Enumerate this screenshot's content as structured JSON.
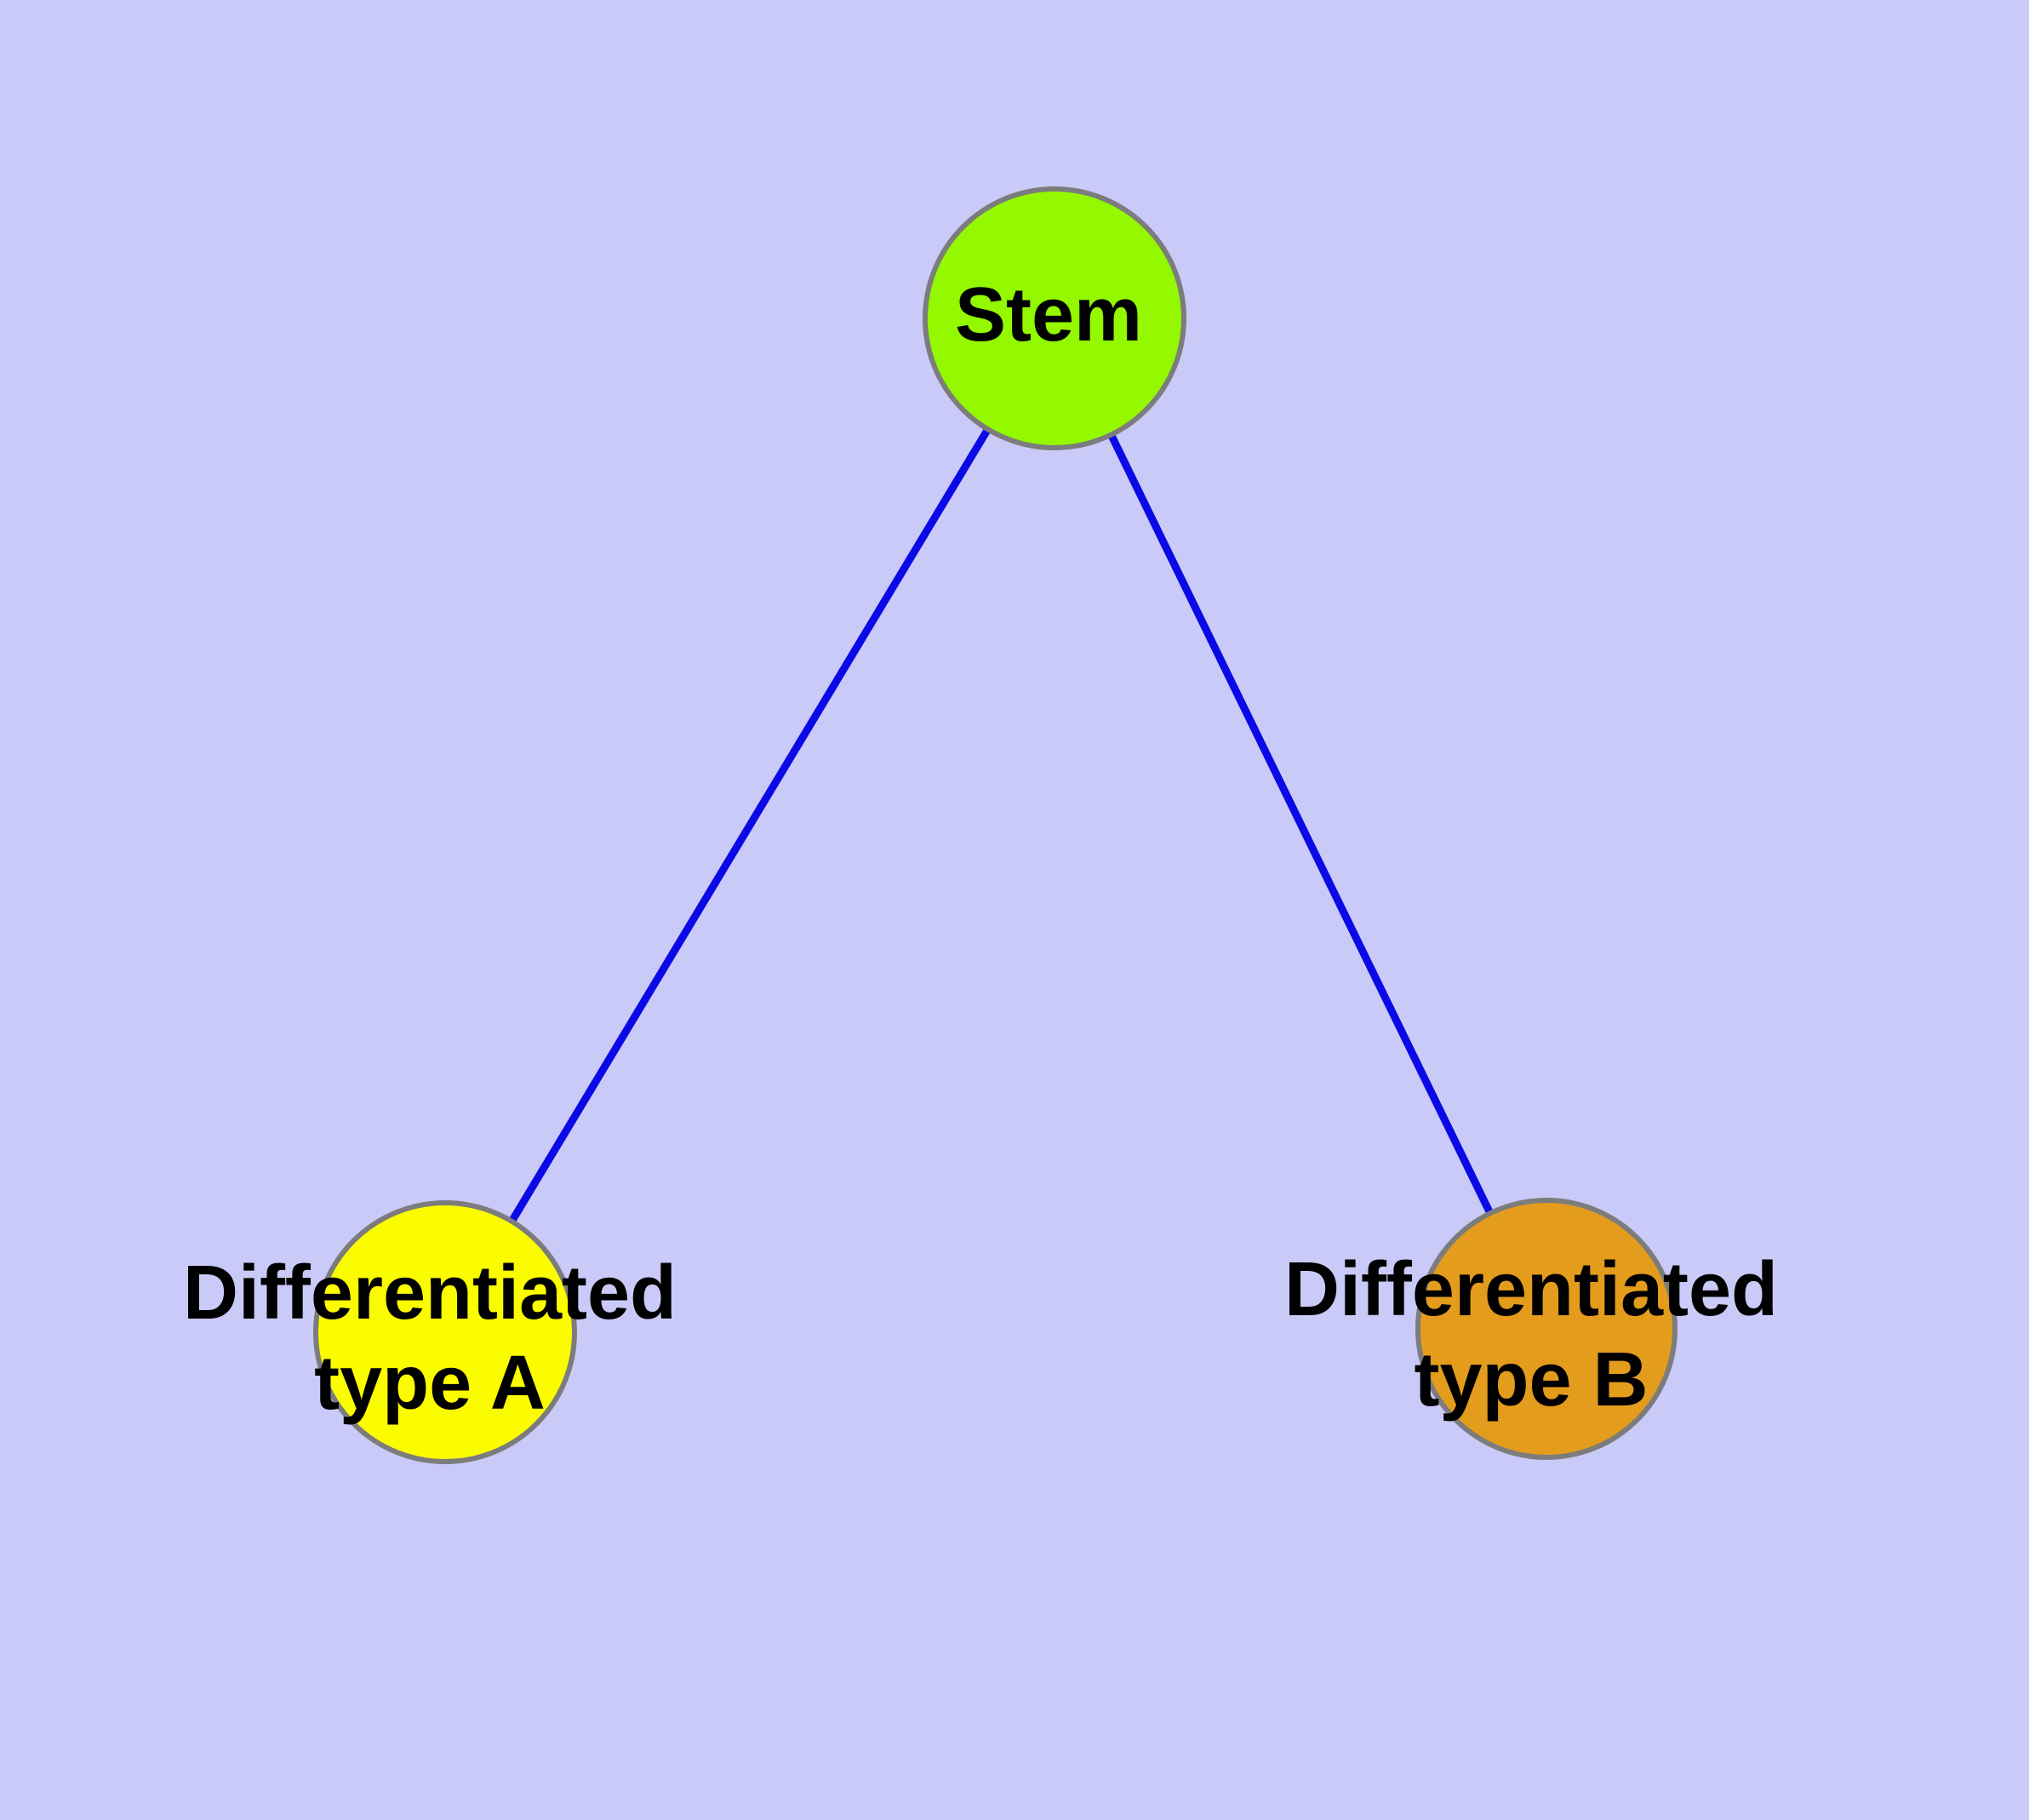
{
  "colors": {
    "background": "#cacaf8",
    "edge": "#0a0ae6",
    "node_border": "#7c7c7c",
    "label_text": "#000000"
  },
  "nodes": [
    {
      "id": "stem",
      "label": "Stem",
      "fill": "#93f800"
    },
    {
      "id": "differentiated-type-a",
      "label_line1": "Differentiated",
      "label_line2": "type A",
      "fill": "#fcfc00"
    },
    {
      "id": "differentiated-type-b",
      "label_line1": "Differentiated",
      "label_line2": "type B",
      "fill": "#e49c1c"
    }
  ],
  "edges": [
    {
      "from": "Stem",
      "to": "Differentiated type A"
    },
    {
      "from": "Stem",
      "to": "Differentiated type B"
    }
  ]
}
